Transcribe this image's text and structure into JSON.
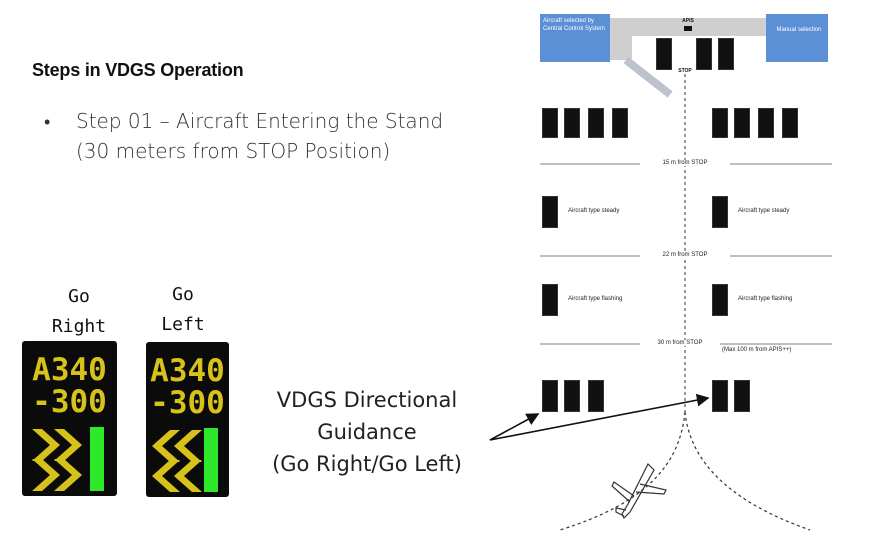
{
  "heading": "Steps in VDGS Operation",
  "bullet": {
    "marker": "•",
    "line1": "Step 01 – Aircraft Entering the Stand",
    "line2": "(30 meters from STOP Position)"
  },
  "go_right": {
    "label_line1": "Go",
    "label_line2": "Right",
    "display_line1": "A340",
    "display_line2": "-300"
  },
  "go_left": {
    "label_line1": "Go",
    "label_line2": "Left",
    "display_line1": "A340",
    "display_line2": "-300"
  },
  "guidance": {
    "line1": "VDGS Directional",
    "line2": "Guidance",
    "line3": "(Go Right/Go Left)"
  },
  "diagram": {
    "box_left": "Aircraft selected by Central Control System",
    "box_right": "Manual selection",
    "apis_label": "APIS",
    "stop_label": "STOP",
    "dist_15": "15 m from STOP",
    "dist_22": "22 m from STOP",
    "dist_30": "30 m from STOP",
    "max_note": "(Max 100 m from APIS++)",
    "type_steady": "Aircraft type steady",
    "type_flashing": "Aircraft type flashing"
  },
  "colors": {
    "panel_amber": "#d7c21a",
    "panel_green": "#2ee82a",
    "panel_bg": "#0b0b0b",
    "diagram_blue": "#5b8fd6"
  }
}
